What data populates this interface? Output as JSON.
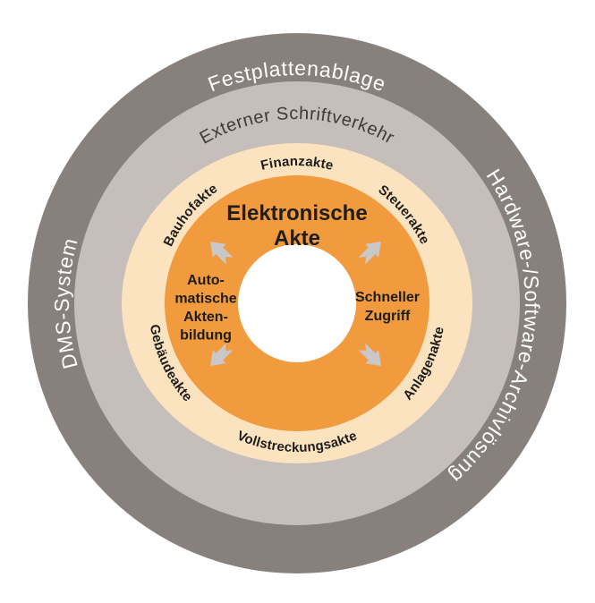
{
  "colors": {
    "outer_ring": "#87807d",
    "middle_ring": "#c6beba",
    "records_ring": "#fce3bf",
    "core": "#f19a3e",
    "core_hole": "#ffffff",
    "arrow": "#c9c7c8",
    "outer_ring_text": "#ffffff",
    "middle_ring_text": "#3e3a38",
    "dark_text": "#1d1d1b"
  },
  "outer_ring": {
    "label_left": "DMS-System",
    "label_top": "Festplattenablage",
    "label_right": "Hardware-/Software-Archivlösung"
  },
  "middle_ring": {
    "label": "Externer Schriftverkehr"
  },
  "records_ring": {
    "label_top_left": "Bauhofakte",
    "label_top": "Finanzakte",
    "label_top_right": "Steuerakte",
    "label_bottom_left": "Gebäudeakte",
    "label_bottom": "Vollstreckungsakte",
    "label_bottom_right": "Anlagenakte"
  },
  "core": {
    "title_line1": "Elektronische",
    "title_line2": "Akte",
    "left_caption": [
      "Auto-",
      "matische",
      "Akten-",
      "bildung"
    ],
    "right_caption": [
      "Schneller",
      "Zugriff"
    ]
  }
}
